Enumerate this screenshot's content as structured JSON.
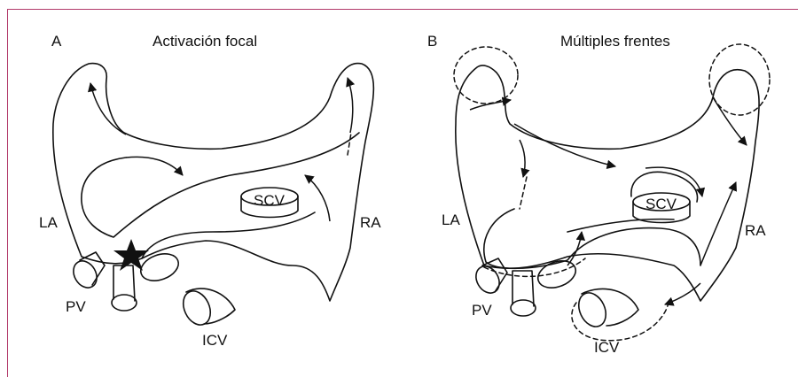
{
  "panel_a": {
    "letter": "A",
    "title": "Activación focal",
    "labels": {
      "la": "LA",
      "ra": "RA",
      "pv": "PV",
      "icv": "ICV",
      "scv": "SCV"
    }
  },
  "panel_b": {
    "letter": "B",
    "title": "Múltiples frentes",
    "labels": {
      "la": "LA",
      "ra": "RA",
      "pv": "PV",
      "icv": "ICV",
      "scv": "SCV"
    }
  },
  "colors": {
    "frame_rule": "#b23a6a",
    "ink": "#111111",
    "background": "#ffffff"
  }
}
